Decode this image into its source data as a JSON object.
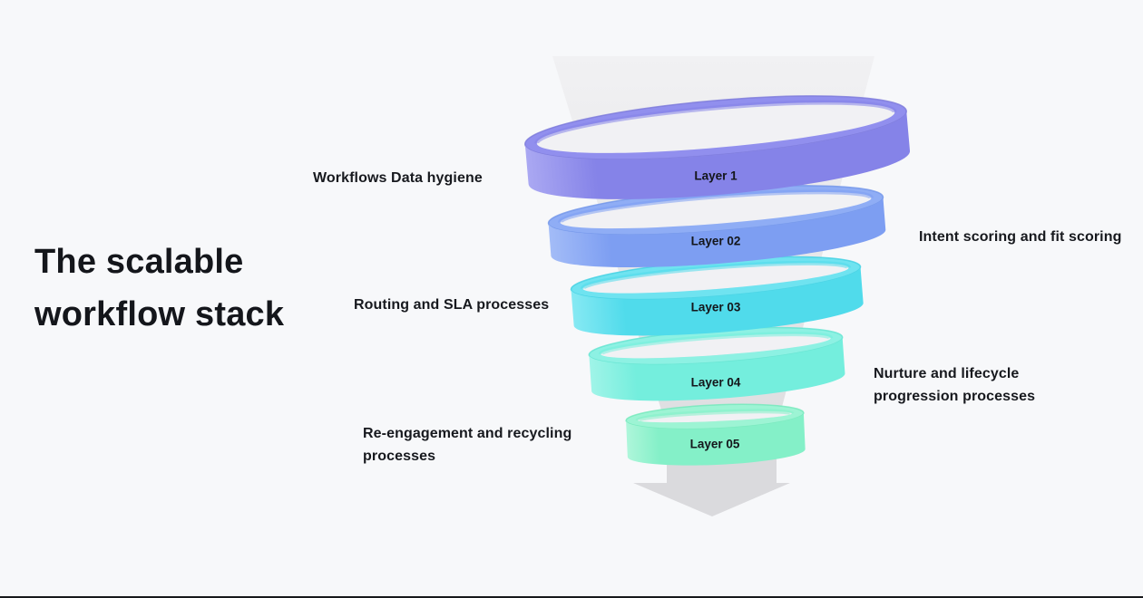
{
  "page": {
    "background_color": "#f7f8fa",
    "bottom_bar_color": "#17181b"
  },
  "title": {
    "line1": "The scalable",
    "line2": "workflow stack"
  },
  "funnel": {
    "cone_color_top": "#f1f1f3",
    "cone_color_bottom": "#dedee1",
    "arrow_color": "#dadadd",
    "opening_color": "#f1f1f4",
    "label_color": "#14161b",
    "layers": [
      {
        "label": "Layer 1",
        "band_color": "#8583e8",
        "band_left_color": "#aaa8f2",
        "rim_color": "#918fee",
        "edge_color": "#7a78da"
      },
      {
        "label": "Layer 02",
        "band_color": "#7d9ef2",
        "band_left_color": "#a3bcf7",
        "rim_color": "#8fadf5",
        "edge_color": "#6f93e9"
      },
      {
        "label": "Layer 03",
        "band_color": "#50dbeb",
        "band_left_color": "#86e9f3",
        "rim_color": "#6fe3f0",
        "edge_color": "#3ecfe2"
      },
      {
        "label": "Layer 04",
        "band_color": "#74eedd",
        "band_left_color": "#a0f4e8",
        "rim_color": "#8df1e3",
        "edge_color": "#5fe3d0"
      },
      {
        "label": "Layer 05",
        "band_color": "#84f0c8",
        "band_left_color": "#aef6da",
        "rim_color": "#9df4d4",
        "edge_color": "#72e9ba"
      }
    ]
  },
  "annotations": {
    "left": [
      {
        "text": "Workflows Data hygiene"
      },
      {
        "text": "Routing and SLA processes"
      },
      {
        "text": "Re-engagement and recycling processes"
      }
    ],
    "right": [
      {
        "text": "Intent scoring and fit scoring"
      },
      {
        "text": "Nurture and lifecycle progression processes"
      }
    ]
  }
}
